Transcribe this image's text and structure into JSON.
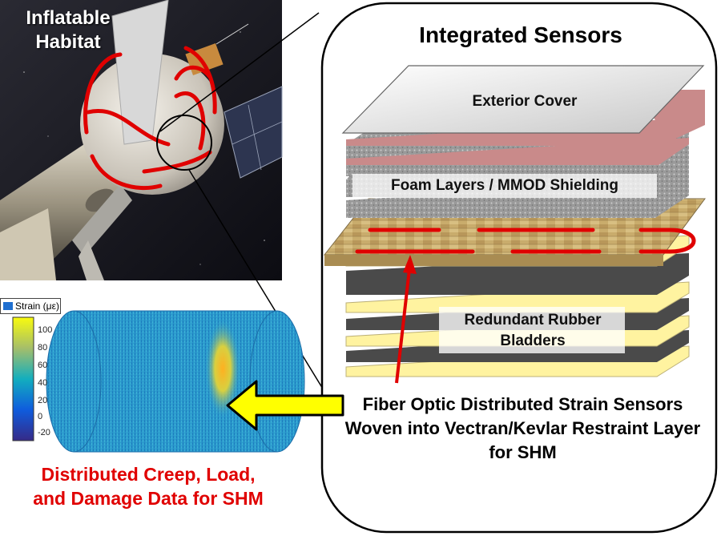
{
  "habitat_label": "Inflatable Habitat",
  "panel_title": "Integrated Sensors",
  "layers": {
    "cover": "Exterior Cover",
    "foam": "Foam Layers / MMOD Shielding",
    "bladder": "Redundant Rubber Bladders"
  },
  "fiber_caption": "Fiber Optic Distributed  Strain Sensors  Woven into Vectran/Kevlar Restraint Layer for SHM",
  "data_caption": "Distributed Creep, Load, and Damage Data for SHM",
  "colorbar": {
    "label": "Strain (με)",
    "ticks": [
      "100",
      "80",
      "60",
      "40",
      "20",
      "0",
      "-20"
    ]
  },
  "colors": {
    "fiber_red": "#e00000",
    "arrow_yellow": "#ffff00",
    "space_bg": "#1a1a22"
  }
}
